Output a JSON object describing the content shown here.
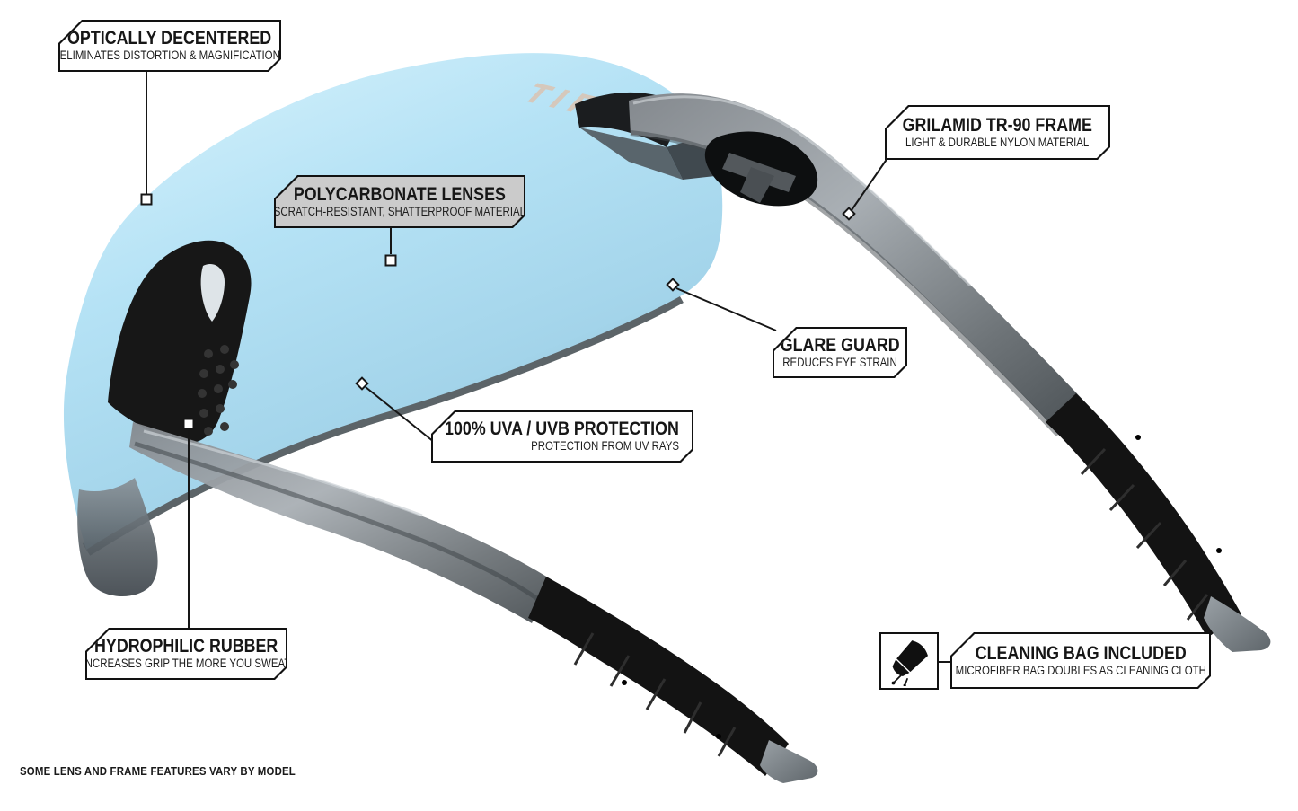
{
  "meta": {
    "footnote": "SOME LENS AND FRAME FEATURES VARY BY MODEL"
  },
  "brand": {
    "logo_text": "TIFOSI"
  },
  "colors": {
    "lens_blue": "#aadcf2",
    "lens_edge": "#5c6468",
    "frame_smoke": "#9aa1a6",
    "rubber_black": "#141414",
    "label_border": "#121212",
    "logo_tan": "#d9c6b6"
  },
  "callouts": [
    {
      "id": "optically-decentered",
      "title": "OPTICALLY DECENTERED",
      "subtitle": "ELIMINATES DISTORTION & MAGNIFICATION"
    },
    {
      "id": "polycarbonate-lenses",
      "title": "POLYCARBONATE LENSES",
      "subtitle": "SCRATCH-RESISTANT, SHATTERPROOF MATERIAL"
    },
    {
      "id": "grilamid-frame",
      "title": "GRILAMID TR-90 FRAME",
      "subtitle": "LIGHT & DURABLE NYLON MATERIAL"
    },
    {
      "id": "glare-guard",
      "title": "GLARE GUARD",
      "subtitle": "REDUCES EYE STRAIN"
    },
    {
      "id": "uv-protection",
      "title": "100% UVA / UVB PROTECTION",
      "subtitle": "PROTECTION FROM UV RAYS"
    },
    {
      "id": "hydrophilic-rubber",
      "title": "HYDROPHILIC RUBBER",
      "subtitle": "INCREASES GRIP THE MORE YOU SWEAT"
    },
    {
      "id": "cleaning-bag",
      "title": "CLEANING BAG INCLUDED",
      "subtitle": "MICROFIBER BAG DOUBLES AS CLEANING CLOTH"
    }
  ]
}
